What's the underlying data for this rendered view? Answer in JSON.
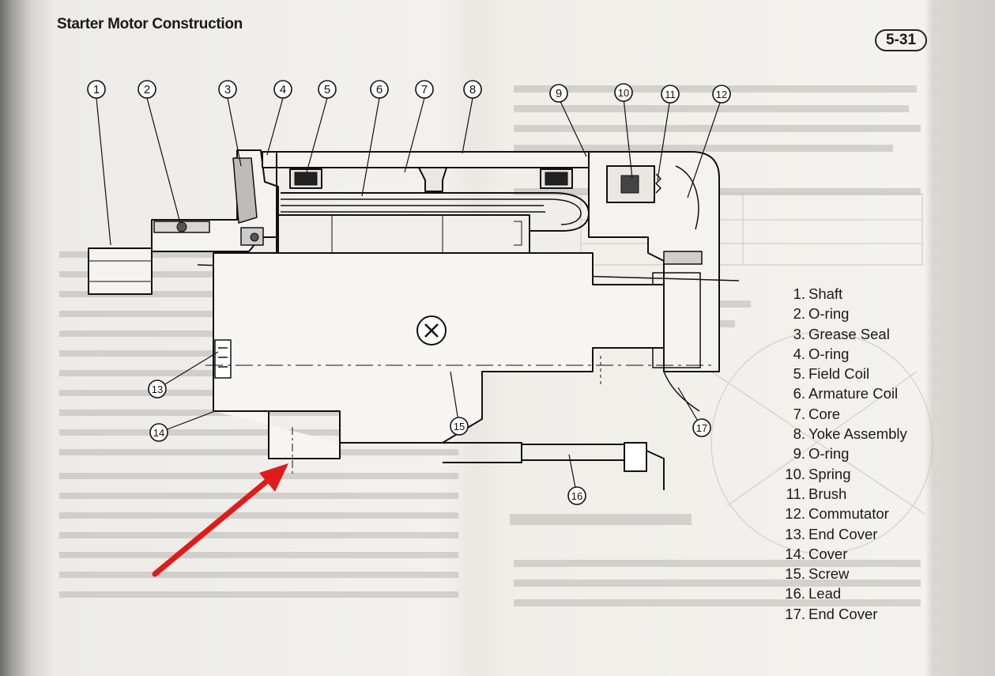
{
  "page": {
    "section_title": "Starter Motor Construction",
    "page_number": "5-31"
  },
  "diagram": {
    "callouts": [
      "1",
      "2",
      "3",
      "4",
      "5",
      "6",
      "7",
      "8",
      "9",
      "10",
      "11",
      "12",
      "13",
      "14",
      "15",
      "16",
      "17"
    ],
    "pointer_arrow_color": "#e01b1b"
  },
  "legend": [
    {
      "num": "1.",
      "label": "Shaft"
    },
    {
      "num": "2.",
      "label": "O-ring"
    },
    {
      "num": "3.",
      "label": "Grease Seal"
    },
    {
      "num": "4.",
      "label": "O-ring"
    },
    {
      "num": "5.",
      "label": "Field Coil"
    },
    {
      "num": "6.",
      "label": "Armature Coil"
    },
    {
      "num": "7.",
      "label": "Core"
    },
    {
      "num": "8.",
      "label": "Yoke Assembly"
    },
    {
      "num": "9.",
      "label": "O-ring"
    },
    {
      "num": "10.",
      "label": "Spring"
    },
    {
      "num": "11.",
      "label": "Brush"
    },
    {
      "num": "12.",
      "label": "Commutator"
    },
    {
      "num": "13.",
      "label": "End Cover"
    },
    {
      "num": "14.",
      "label": "Cover"
    },
    {
      "num": "15.",
      "label": "Screw"
    },
    {
      "num": "16.",
      "label": "Lead"
    },
    {
      "num": "17.",
      "label": "End Cover"
    }
  ]
}
